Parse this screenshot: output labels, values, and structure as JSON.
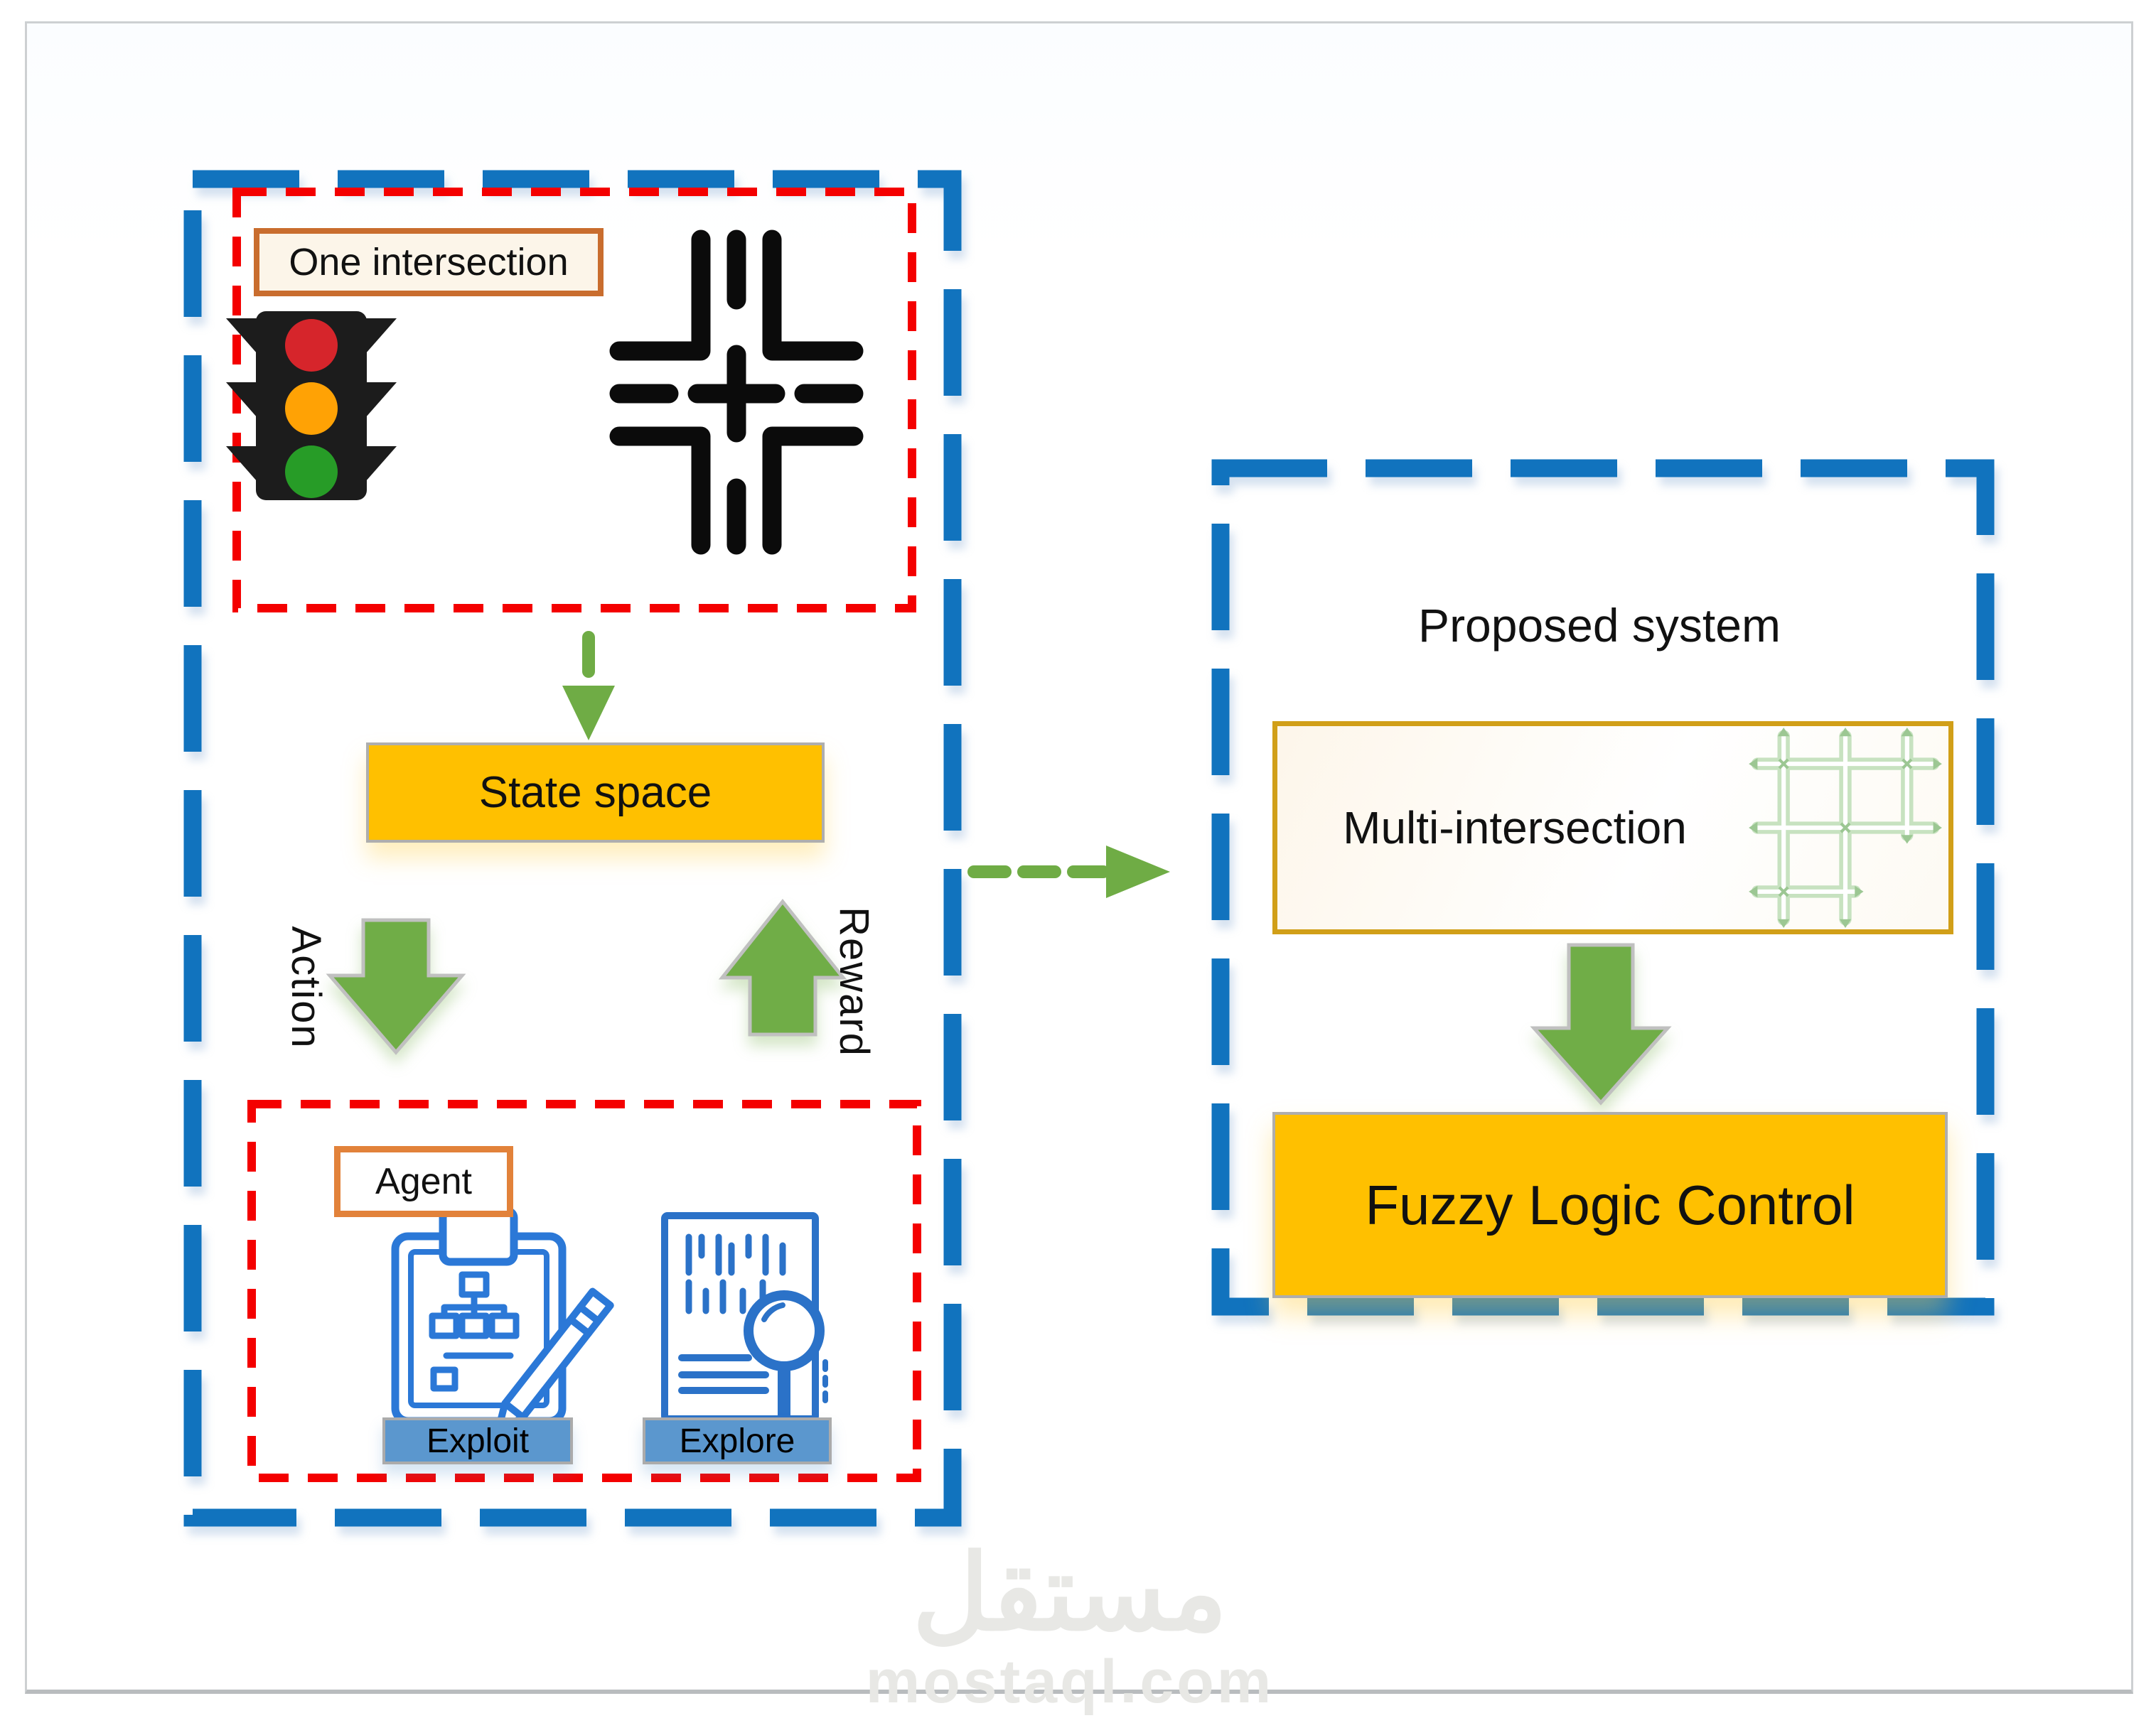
{
  "diagram": {
    "left_panel": {
      "one_intersection_label": "One intersection",
      "state_space_label": "State space",
      "action_label": "Action",
      "reward_label": "Reward",
      "agent_label": "Agent",
      "exploit_label": "Exploit",
      "explore_label": "Explore",
      "icons": [
        "traffic-light-icon",
        "single-intersection-roads-icon",
        "exploit-clipboard-pencil-icon",
        "explore-document-magnifier-icon"
      ]
    },
    "right_panel": {
      "title": "Proposed system",
      "multi_intersection_label": "Multi-intersection",
      "fuzzy_logic_label": "Fuzzy Logic Control",
      "icons": [
        "multi-intersection-grid-icon"
      ]
    },
    "connectors": [
      "state-input-dashed-arrow-down",
      "action-block-arrow-down",
      "reward-block-arrow-up",
      "left-to-right-dashed-arrow",
      "multi-to-fuzzy-block-arrow-down"
    ]
  },
  "watermark": {
    "title_arabic": "مستقل",
    "domain": "mostaql.com"
  },
  "colors": {
    "dashed_border_blue": "#1173be",
    "dashed_border_red": "#f40000",
    "label_border_orange": "#c96d2e",
    "agent_border_orange": "#e2823a",
    "gold_border": "#d19f18",
    "box_yellow": "#ffc000",
    "arrow_green": "#70ad47",
    "button_blue": "#5b97ce",
    "icon_blue": "#2b78d7",
    "grid_icon_green": "#9cc793",
    "traffic_red": "#d6252b",
    "traffic_amber": "#ffa205",
    "traffic_green": "#279c27",
    "watermark_gray": "#e8e8e5"
  }
}
